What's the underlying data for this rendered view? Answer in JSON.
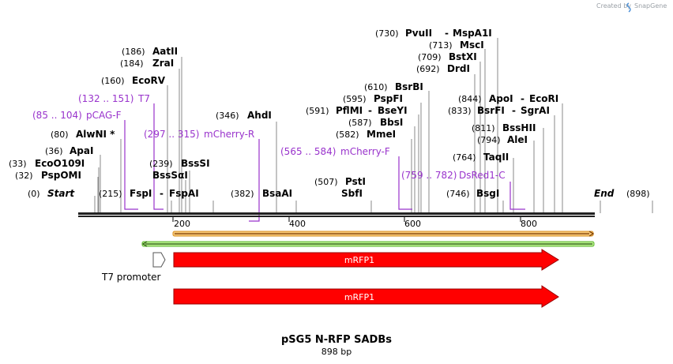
{
  "brand": {
    "created_by": "Created by",
    "name": "SnapGene"
  },
  "map": {
    "title": "pSG5 N-RFP SADBs",
    "length_label": "898 bp",
    "start_label": "Start",
    "end_label": "End",
    "start_pos": "(0)",
    "end_pos": "(898)",
    "ticks": [
      "200",
      "400",
      "600",
      "800"
    ]
  },
  "enzymes": [
    {
      "pos": "(730)",
      "name": "PvuII",
      "sep": "-",
      "name2": "MspA1I"
    },
    {
      "pos": "(713)",
      "name": "MscI"
    },
    {
      "pos": "(709)",
      "name": "BstXI"
    },
    {
      "pos": "(692)",
      "name": "DrdI"
    },
    {
      "pos": "(610)",
      "name": "BsrBI"
    },
    {
      "pos": "(595)",
      "name": "PspFI"
    },
    {
      "pos": "(591)",
      "name": "PflMI",
      "sep": "-",
      "name2": "BseYI"
    },
    {
      "pos": "(587)",
      "name": "BbsI"
    },
    {
      "pos": "(582)",
      "name": "MmeI"
    },
    {
      "pos": "(507)",
      "name": "PstI"
    },
    {
      "pos": "",
      "name": "SbfI"
    },
    {
      "pos": "(844)",
      "name": "ApoI",
      "sep": "-",
      "name2": "EcoRI"
    },
    {
      "pos": "(833)",
      "name": "BsrFI",
      "sep": "-",
      "name2": "SgrAI"
    },
    {
      "pos": "(811)",
      "name": "BssHII"
    },
    {
      "pos": "(794)",
      "name": "AleI"
    },
    {
      "pos": "(764)",
      "name": "TaqII"
    },
    {
      "pos": "(746)",
      "name": "BsgI"
    },
    {
      "pos": "(186)",
      "name": "AatII"
    },
    {
      "pos": "(184)",
      "name": "ZraI"
    },
    {
      "pos": "(160)",
      "name": "EcoRV"
    },
    {
      "pos": "(80)",
      "name": "AlwNI *"
    },
    {
      "pos": "(36)",
      "name": "ApaI"
    },
    {
      "pos": "(33)",
      "name": "EcoO109I"
    },
    {
      "pos": "(32)",
      "name": "PspOMI"
    },
    {
      "pos": "(215)",
      "name": "FspI",
      "sep": "-",
      "name2": "FspAI"
    },
    {
      "pos": "(239)",
      "name": "BssSI"
    },
    {
      "pos": "",
      "name": "BssSαI"
    },
    {
      "pos": "(346)",
      "name": "AhdI"
    },
    {
      "pos": "(382)",
      "name": "BsaAI"
    }
  ],
  "primers": [
    {
      "range": "(132 .. 151)",
      "name": "T7"
    },
    {
      "range": "(85 .. 104)",
      "name": "pCAG-F"
    },
    {
      "range": "(297 .. 315)",
      "name": "mCherry-R"
    },
    {
      "range": "(565 .. 584)",
      "name": "mCherry-F"
    },
    {
      "range": "(759 .. 782)",
      "name": "DsRed1-C"
    }
  ],
  "features": [
    {
      "name": "mRFP1",
      "color": "#ff0000"
    },
    {
      "name": "T7 promoter",
      "color": "#ffffff"
    },
    {
      "name": "mRFP1",
      "color": "#ff0000"
    }
  ],
  "colors": {
    "primer": "#9933cc",
    "orange_bar": "#f0a030",
    "green_bar": "#66cc33",
    "feature_red": "#ff0000"
  }
}
